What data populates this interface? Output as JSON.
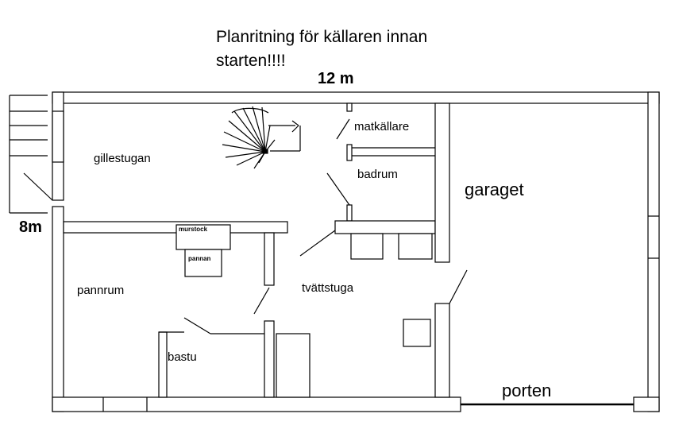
{
  "title": {
    "line1": "Planritning för källaren innan",
    "line2": "starten!!!!"
  },
  "dimensions": {
    "width": "12 m",
    "height": "8m"
  },
  "rooms": {
    "gillestugan": "gillestugan",
    "matkallare": "matkällare",
    "badrum": "badrum",
    "garaget": "garaget",
    "pannrum": "pannrum",
    "tvattstuga": "tvättstuga",
    "bastu": "bastu",
    "porten": "porten",
    "murstock": "murstock",
    "pannan": "pannan"
  }
}
